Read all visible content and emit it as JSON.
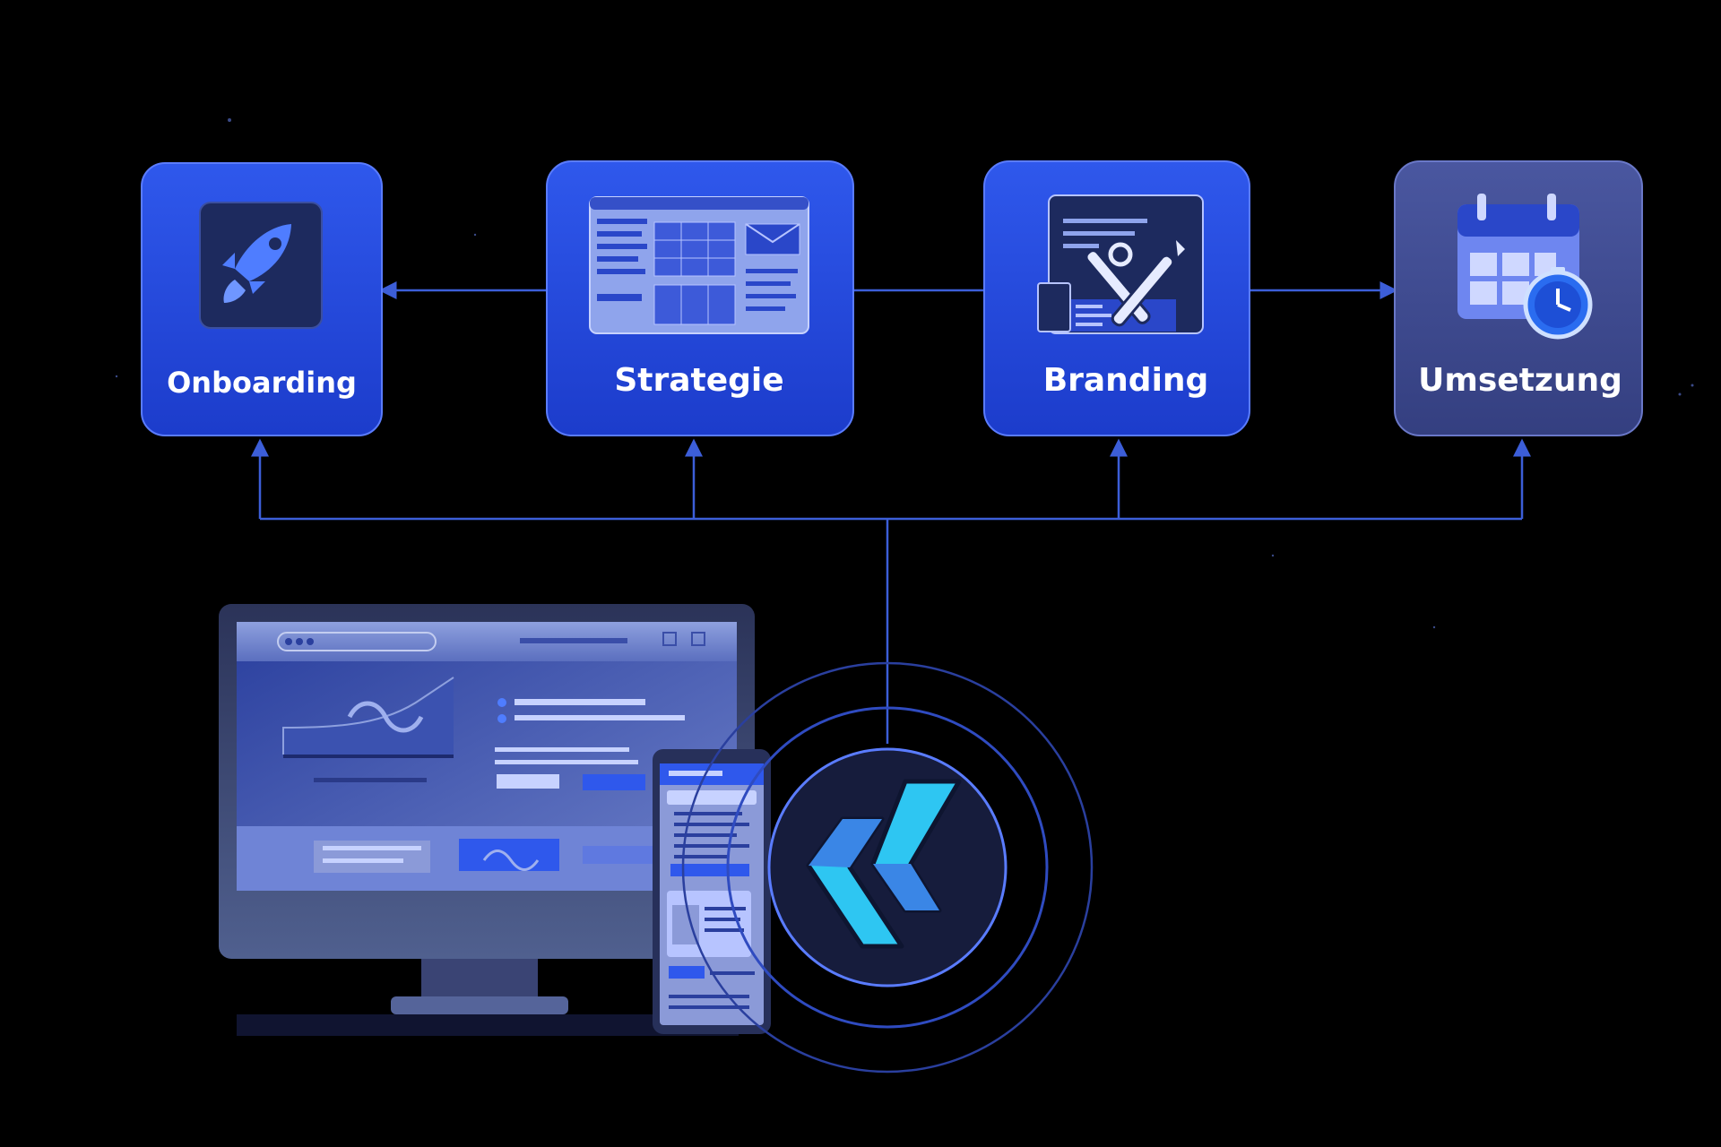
{
  "steps": [
    {
      "label": "Onboarding",
      "icon": "rocket-icon"
    },
    {
      "label": "Strategie",
      "icon": "dashboard-screen-icon"
    },
    {
      "label": "Branding",
      "icon": "design-tools-icon"
    },
    {
      "label": "Umsetzung",
      "icon": "calendar-clock-icon"
    }
  ],
  "colors": {
    "background": "#000000",
    "card_blue": "#2f55e6",
    "card_blue_dark": "#1837b8",
    "card_slate": "#3e4a8c",
    "connector": "#3c5ed8",
    "logo_cyan": "#2ec6f2",
    "logo_blue": "#3a86e6"
  },
  "logo": {
    "icon": "double-chevron-logo-icon"
  },
  "devices": {
    "icons": [
      "desktop-monitor-icon",
      "smartphone-icon"
    ]
  }
}
